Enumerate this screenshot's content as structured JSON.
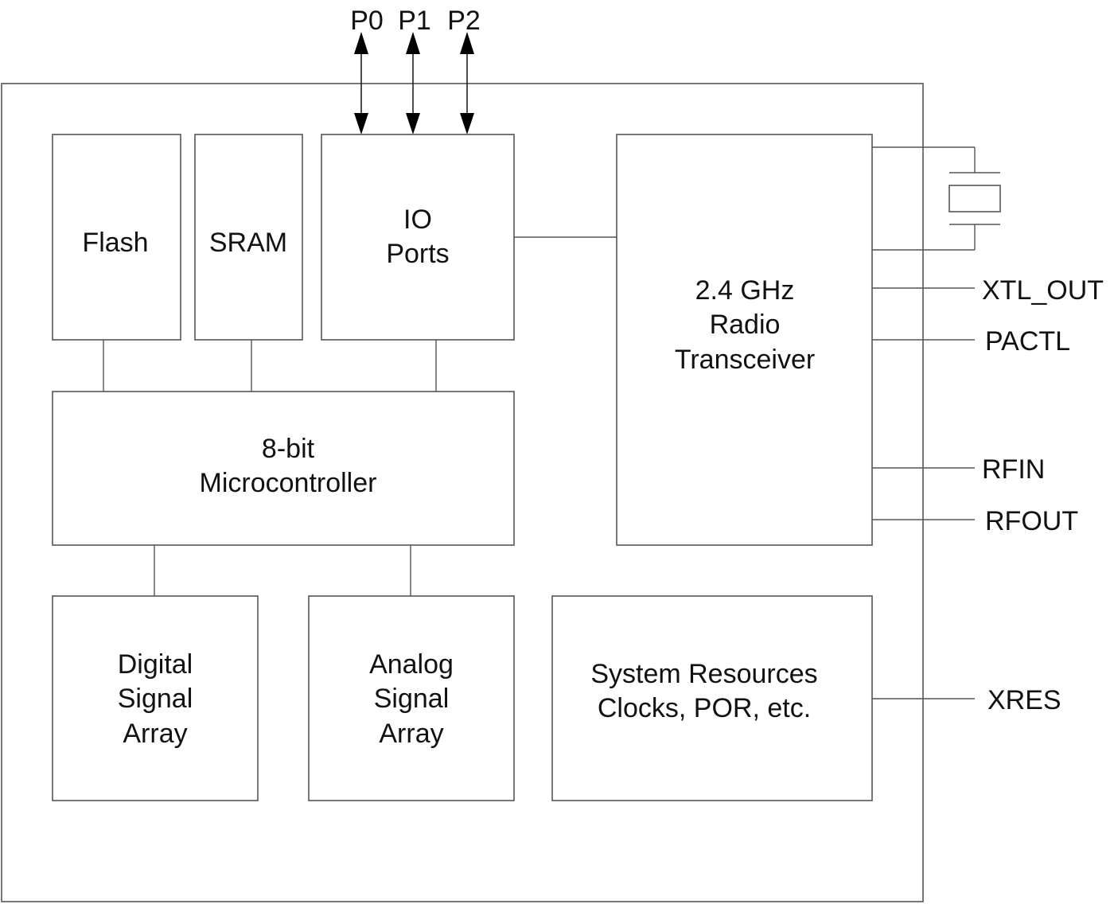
{
  "ports": [
    "P0",
    "P1",
    "P2"
  ],
  "blocks": {
    "flash": {
      "lines": [
        "Flash"
      ]
    },
    "sram": {
      "lines": [
        "SRAM"
      ]
    },
    "io_ports": {
      "lines": [
        "IO",
        "Ports"
      ]
    },
    "microcontroller": {
      "lines": [
        "8-bit",
        "Microcontroller"
      ]
    },
    "radio": {
      "lines": [
        "2.4 GHz",
        "Radio",
        "Transceiver"
      ]
    },
    "digital_array": {
      "lines": [
        "Digital",
        "Signal",
        "Array"
      ]
    },
    "analog_array": {
      "lines": [
        "Analog",
        "Signal",
        "Array"
      ]
    },
    "system_resources": {
      "lines": [
        "System Resources",
        "Clocks, POR, etc."
      ]
    }
  },
  "pins": {
    "xtl_out": "XTL_OUT",
    "pactl": "PACTL",
    "rfin": "RFIN",
    "rfout": "RFOUT",
    "xres": "XRES"
  },
  "icons": {
    "crystal": "crystal-oscillator-icon"
  }
}
